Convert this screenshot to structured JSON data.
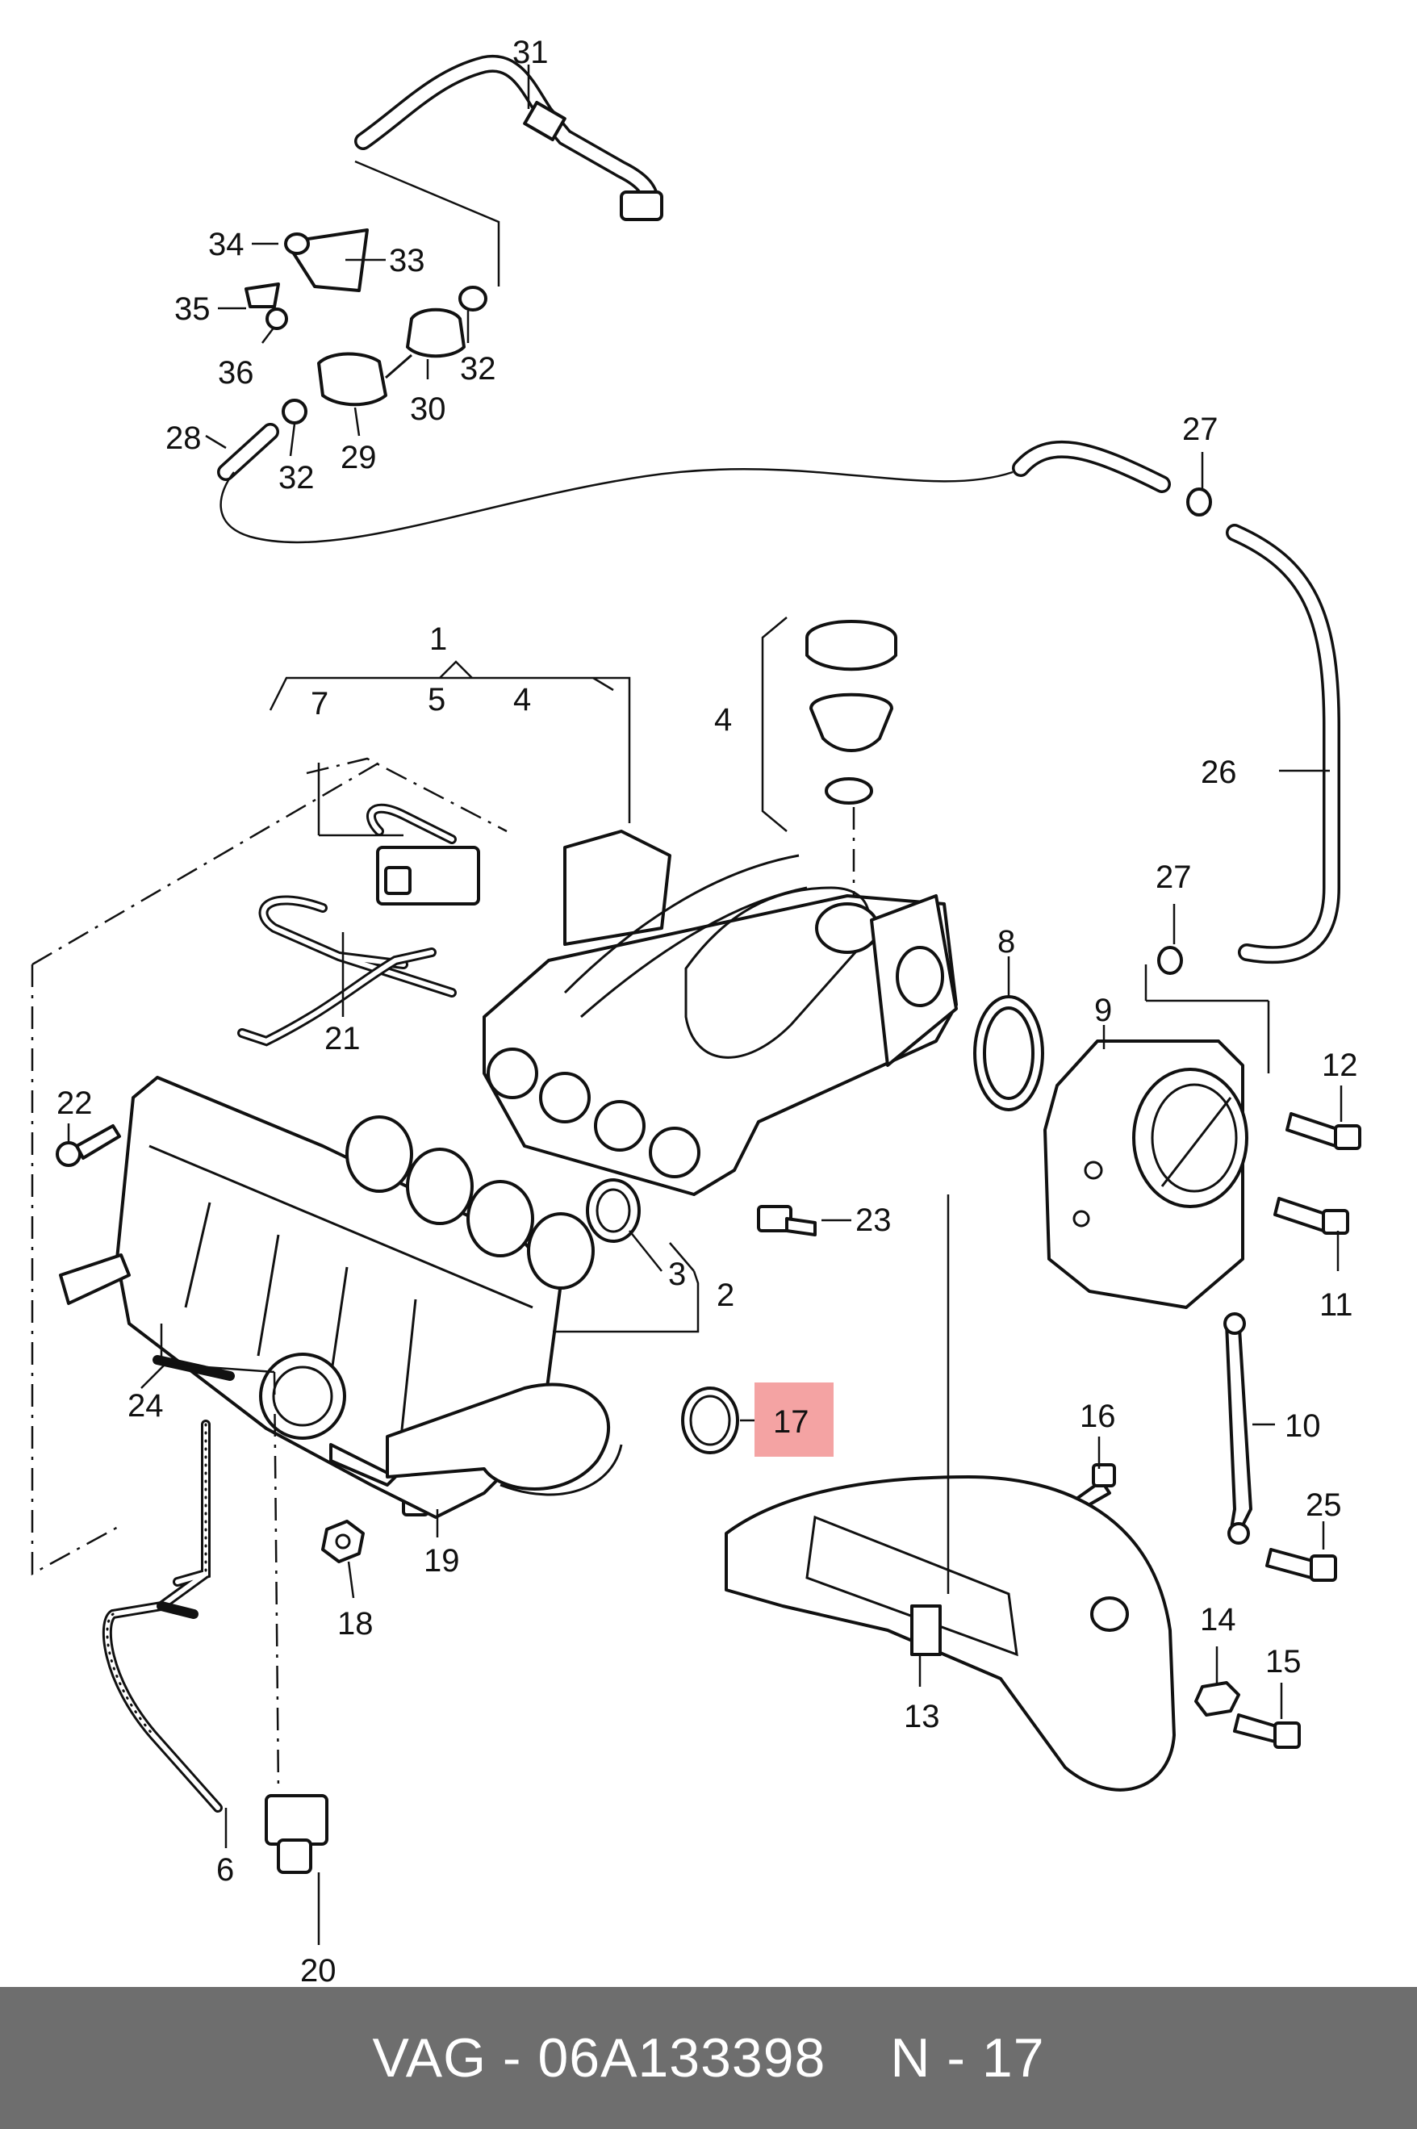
{
  "callouts": [
    {
      "id": "c31",
      "text": "31"
    },
    {
      "id": "c34",
      "text": "34"
    },
    {
      "id": "c33",
      "text": "33"
    },
    {
      "id": "c35",
      "text": "35"
    },
    {
      "id": "c36",
      "text": "36"
    },
    {
      "id": "c32a",
      "text": "32"
    },
    {
      "id": "c30",
      "text": "30"
    },
    {
      "id": "c28",
      "text": "28"
    },
    {
      "id": "c32b",
      "text": "32"
    },
    {
      "id": "c29",
      "text": "29"
    },
    {
      "id": "c27a",
      "text": "27"
    },
    {
      "id": "c1",
      "text": "1"
    },
    {
      "id": "c7",
      "text": "7"
    },
    {
      "id": "c5",
      "text": "5"
    },
    {
      "id": "c4a",
      "text": "4"
    },
    {
      "id": "c4b",
      "text": "4"
    },
    {
      "id": "c26",
      "text": "26"
    },
    {
      "id": "c27b",
      "text": "27"
    },
    {
      "id": "c8",
      "text": "8"
    },
    {
      "id": "c9",
      "text": "9"
    },
    {
      "id": "c12",
      "text": "12"
    },
    {
      "id": "c22",
      "text": "22"
    },
    {
      "id": "c21",
      "text": "21"
    },
    {
      "id": "c23",
      "text": "23"
    },
    {
      "id": "c3",
      "text": "3"
    },
    {
      "id": "c2",
      "text": "2"
    },
    {
      "id": "c11",
      "text": "11"
    },
    {
      "id": "c24",
      "text": "24"
    },
    {
      "id": "c17",
      "text": "17"
    },
    {
      "id": "c16",
      "text": "16"
    },
    {
      "id": "c10",
      "text": "10"
    },
    {
      "id": "c25",
      "text": "25"
    },
    {
      "id": "c19",
      "text": "19"
    },
    {
      "id": "c18",
      "text": "18"
    },
    {
      "id": "c14",
      "text": "14"
    },
    {
      "id": "c15",
      "text": "15"
    },
    {
      "id": "c13",
      "text": "13"
    },
    {
      "id": "c6",
      "text": "6"
    },
    {
      "id": "c20",
      "text": "20"
    }
  ],
  "highlight": {
    "color": "#f4a3a3",
    "part": "17"
  },
  "footer": {
    "brand": "VAG",
    "part_number": "06A133398",
    "reference": "N - 17",
    "text_color": "#ffffff",
    "background": "#6e6e6e"
  }
}
